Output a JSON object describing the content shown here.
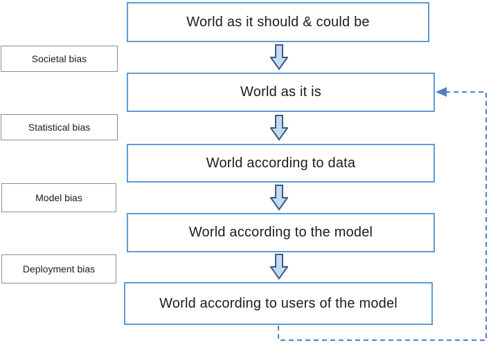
{
  "diagram": {
    "flow_boxes": [
      {
        "label": "World as it should & could be"
      },
      {
        "label": "World as it is"
      },
      {
        "label": "World according to data"
      },
      {
        "label": "World according to the model"
      },
      {
        "label": "World according to users of the model"
      }
    ],
    "bias_labels": [
      {
        "label": "Societal bias"
      },
      {
        "label": "Statistical bias"
      },
      {
        "label": "Model bias"
      },
      {
        "label": "Deployment bias"
      }
    ],
    "icons": {
      "down_arrow": "block-down-arrow",
      "feedback_arrow": "dashed-left-arrow-feedback-loop"
    },
    "colors": {
      "flow_box_border": "#5b9bd5",
      "bias_box_border": "#8c8c8c",
      "arrow_fill": "#c5d9f1",
      "arrow_stroke": "#3d5a80",
      "feedback_line": "#4f81bd",
      "text": "#1c1c1c",
      "background": "#ffffff"
    }
  }
}
